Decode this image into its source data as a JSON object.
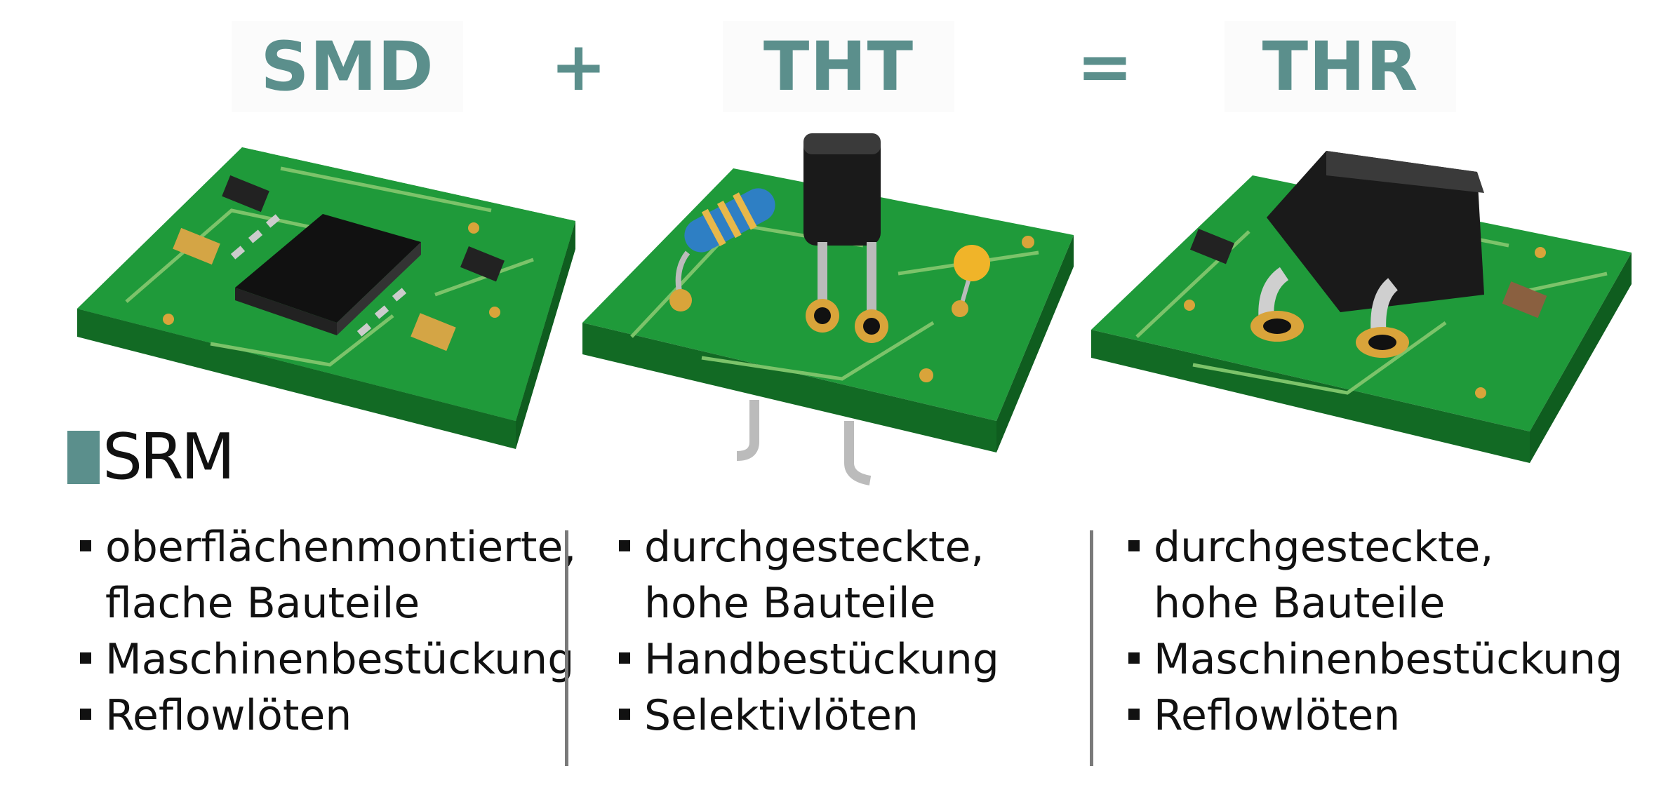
{
  "colors": {
    "accent": "#5b8f8c",
    "pcb": "#1f9a3a",
    "pcb_edge": "#167a2c",
    "trace": "#7cc36a",
    "pad": "#d9a43a",
    "chip": "#222222"
  },
  "equation": {
    "left": "SMD",
    "plus": "+",
    "middle": "THT",
    "equals": "=",
    "right": "THR"
  },
  "logo": {
    "text": "SRM"
  },
  "columns": [
    {
      "items": [
        "oberflächenmontierte, flache Bauteile",
        "Maschinenbestückung",
        "Reflowlöten"
      ]
    },
    {
      "items": [
        "durchgesteckte, hohe Bauteile",
        "Handbestückung",
        "Selektivlöten"
      ]
    },
    {
      "items": [
        "durchgesteckte, hohe Bauteile",
        "Maschinenbestückung",
        "Reflowlöten"
      ]
    }
  ]
}
